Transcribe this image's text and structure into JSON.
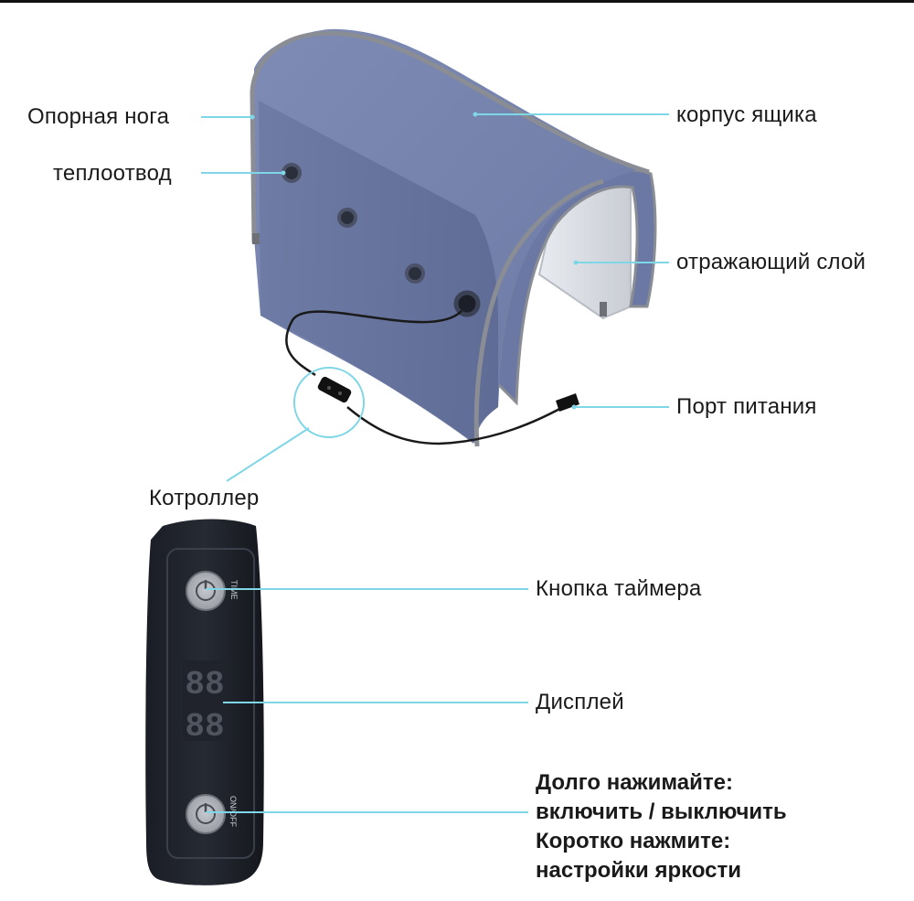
{
  "labels": {
    "support_leg": "Опорная нога",
    "heat_sink": "теплоотвод",
    "box_body": "корпус ящика",
    "reflective_layer": "отражающий слой",
    "power_port": "Порт питания",
    "controller": "Котроллер",
    "timer_button": "Кнопка таймера",
    "display": "Дисплей",
    "power_instructions": [
      "Долго нажимайте:",
      "включить / выключить",
      "Коротко нажмите:",
      "настройки яркости"
    ]
  },
  "controller_panel": {
    "timer_button_caption": "TIME",
    "power_button_caption": "ON/OFF",
    "display_digits": "88"
  },
  "colors": {
    "leader_line": "#7fd6e6",
    "fabric": "#6f7ea8",
    "fabric_edge": "#8a8d93",
    "remote": "#1b1e26",
    "text": "#1a1a1a"
  }
}
